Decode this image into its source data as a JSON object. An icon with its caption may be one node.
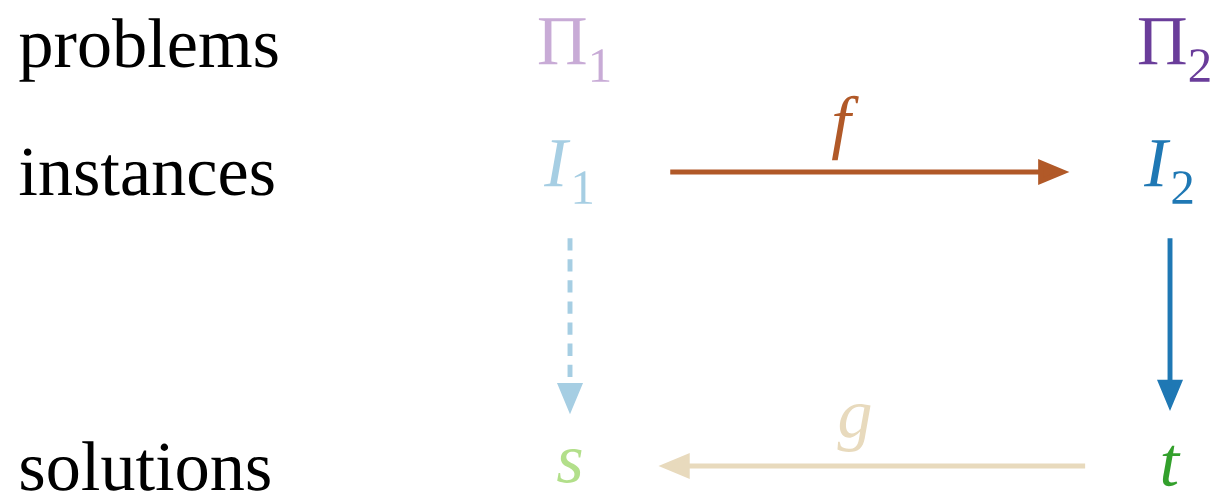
{
  "diagram": {
    "nodes": [
      {
        "text": [
          "Π$_{1}$"
        ]
      },
      {
        "text": [
          "Π$_{2}$"
        ]
      },
      {
        "text": [
          "*I*$_{1}$"
        ]
      },
      {
        "text": [
          "*I*$_{2}$"
        ]
      },
      {
        "text": [
          "*s*"
        ]
      },
      {
        "text": [
          "*t*"
        ]
      }
    ],
    "edges": [
      {
        "from": 2,
        "to": 3,
        "arrow": "to",
        "label": "*f*",
        "color": "#b15928"
      },
      {
        "from": 2,
        "to": 4,
        "arrow": "to",
        "style": "dashed",
        "color": "#a6cee3"
      },
      {
        "from": 3,
        "to": 5,
        "arrow": "to",
        "color": "#1f78b4"
      },
      {
        "from": 5,
        "to": 4,
        "arrow": "to",
        "label": "*g*",
        "color": "#e8dabd"
      }
    ],
    "labels": [
      "problems",
      "instances",
      "solutions"
    ]
  }
}
